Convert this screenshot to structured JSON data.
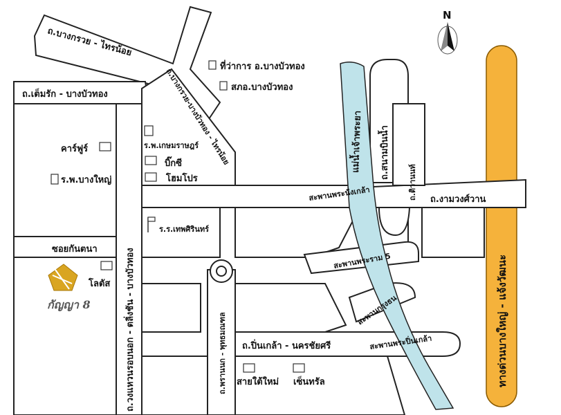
{
  "colors": {
    "river": "#bfe3ea",
    "highway": "#f5b23b",
    "road_outline": "#222222",
    "logo_gold": "#d9a521"
  },
  "compass": {
    "label": "N",
    "icon": "north-arrow-icon"
  },
  "roads": {
    "bang_kruai_sai_noi": "ถ.บางกรวย - ไทรน้อย",
    "tim_rak": "ถ.เต็มรัก - บางบัวทอง",
    "bang_kruai_bang_bua_thong_diag": "ถ.บางกรวย-บางบัวทอง - ไทรน้อย",
    "kanchanaphisek": "ถ.วงแหวนรอบนอก - ตลิ่งชัน - บางบัวทอง",
    "soi_kan_tana": "ซอยกันตนา",
    "phra_nang_klao_bridge": "สะพานพระนั่งเกล้า",
    "rama_5_bridge": "สะพานพระราม 5",
    "krung_thon_bridge": "สะพานกรุงธน",
    "phra_pinklao_bridge": "สะพานพระปิ่นเกล้า",
    "pinklao_nakhon_chaisi": "ถ.ปิ่นเกล้า - นครชัยศรี",
    "ratchaphruek": "ถ.พรานนก - พุทธมณฑล",
    "sanam_bin_nam": "ถ.สนามบินน้ำ",
    "tiwanon": "ถ.ติวานนท์",
    "ngam_wong_wan": "ถ.งามวงศ์วาน",
    "highway": "ทางด่วนบางใหญ่ - แจ้งวัฒนะ",
    "river": "แม่น้ำเจ้าพระยา"
  },
  "places": {
    "district_office": "ที่ว่าการ อ.บางบัวทอง",
    "police": "สภอ.บางบัวทอง",
    "carrefour": "คาร์ฟูร์",
    "bangyai_hospital": "ร.พ.บางใหญ่",
    "kasemrad_hospital": "ร.พ.เกษมราษฎร์",
    "big_c": "บิ๊กซี",
    "homepro": "โฮมโปร",
    "thepsirin_school": "ร.ร.เทพศิรินทร์",
    "lotus": "โลตัส",
    "sai_tai_mai": "สายใต้ใหม่",
    "central": "เซ็นทรัล"
  },
  "logo": {
    "text": "กัญญา 8",
    "icon": "company-logo-icon"
  }
}
